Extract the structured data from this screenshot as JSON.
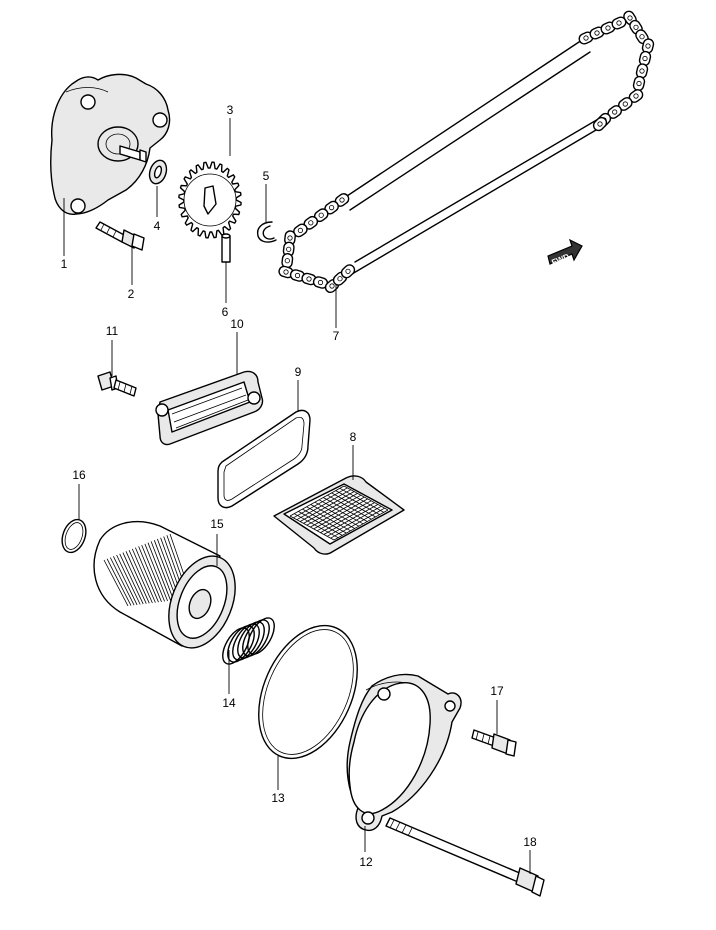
{
  "callouts": {
    "p1": "1",
    "p2": "2",
    "p3": "3",
    "p4": "4",
    "p5": "5",
    "p6": "6",
    "p7": "7",
    "p8": "8",
    "p9": "9",
    "p10": "10",
    "p11": "11",
    "p12": "12",
    "p13": "13",
    "p14": "14",
    "p15": "15",
    "p16": "16",
    "p17": "17",
    "p18": "18"
  },
  "direction_badge": "FWD",
  "colors": {
    "line": "#000000",
    "background": "#ffffff",
    "badge": "#333333"
  }
}
